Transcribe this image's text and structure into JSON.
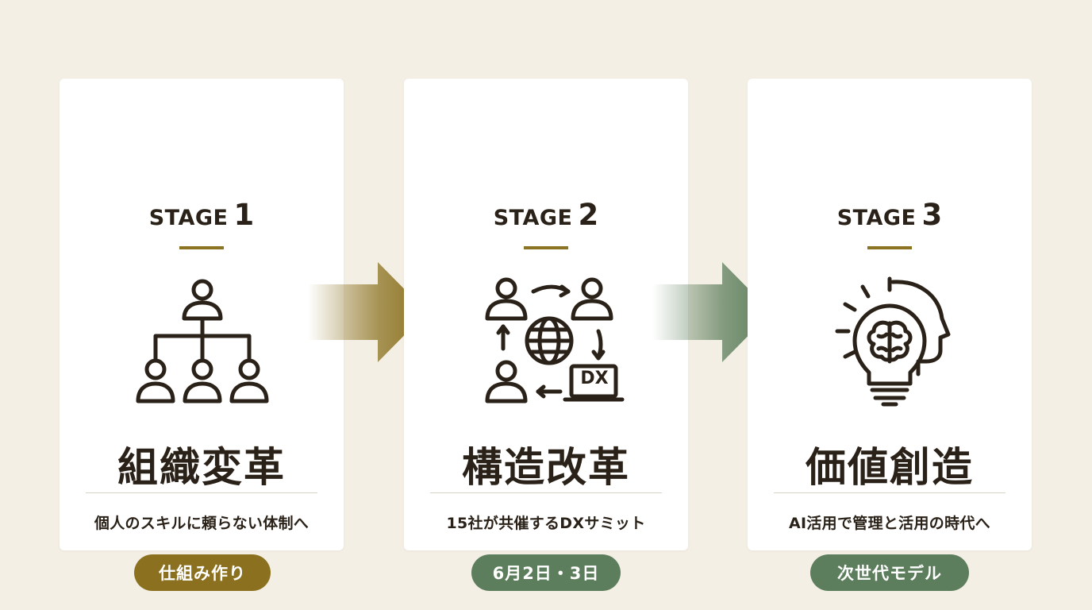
{
  "stages": [
    {
      "word": "STAGE",
      "number": "1",
      "headline": "組織変革",
      "description": "個人のスキルに頼らない体制へ",
      "tag": "仕組み作り",
      "tag_color": "#8b711f"
    },
    {
      "word": "STAGE",
      "number": "2",
      "headline": "構造改革",
      "description": "15社が共催するDXサミット",
      "tag": "6月2日・3日",
      "tag_color": "#5d7e5c",
      "icon_label": "DX"
    },
    {
      "word": "STAGE",
      "number": "3",
      "headline": "価値創造",
      "description": "AI活用で管理と活用の時代へ",
      "tag": "次世代モデル",
      "tag_color": "#5d7e5c"
    }
  ],
  "colors": {
    "background": "#f4efe5",
    "gold": "#8c7322",
    "green": "#5d7e5c",
    "ink": "#2a2218"
  },
  "icons": [
    "org-chart-icon",
    "network-exchange-icon",
    "ai-lightbulb-icon"
  ]
}
